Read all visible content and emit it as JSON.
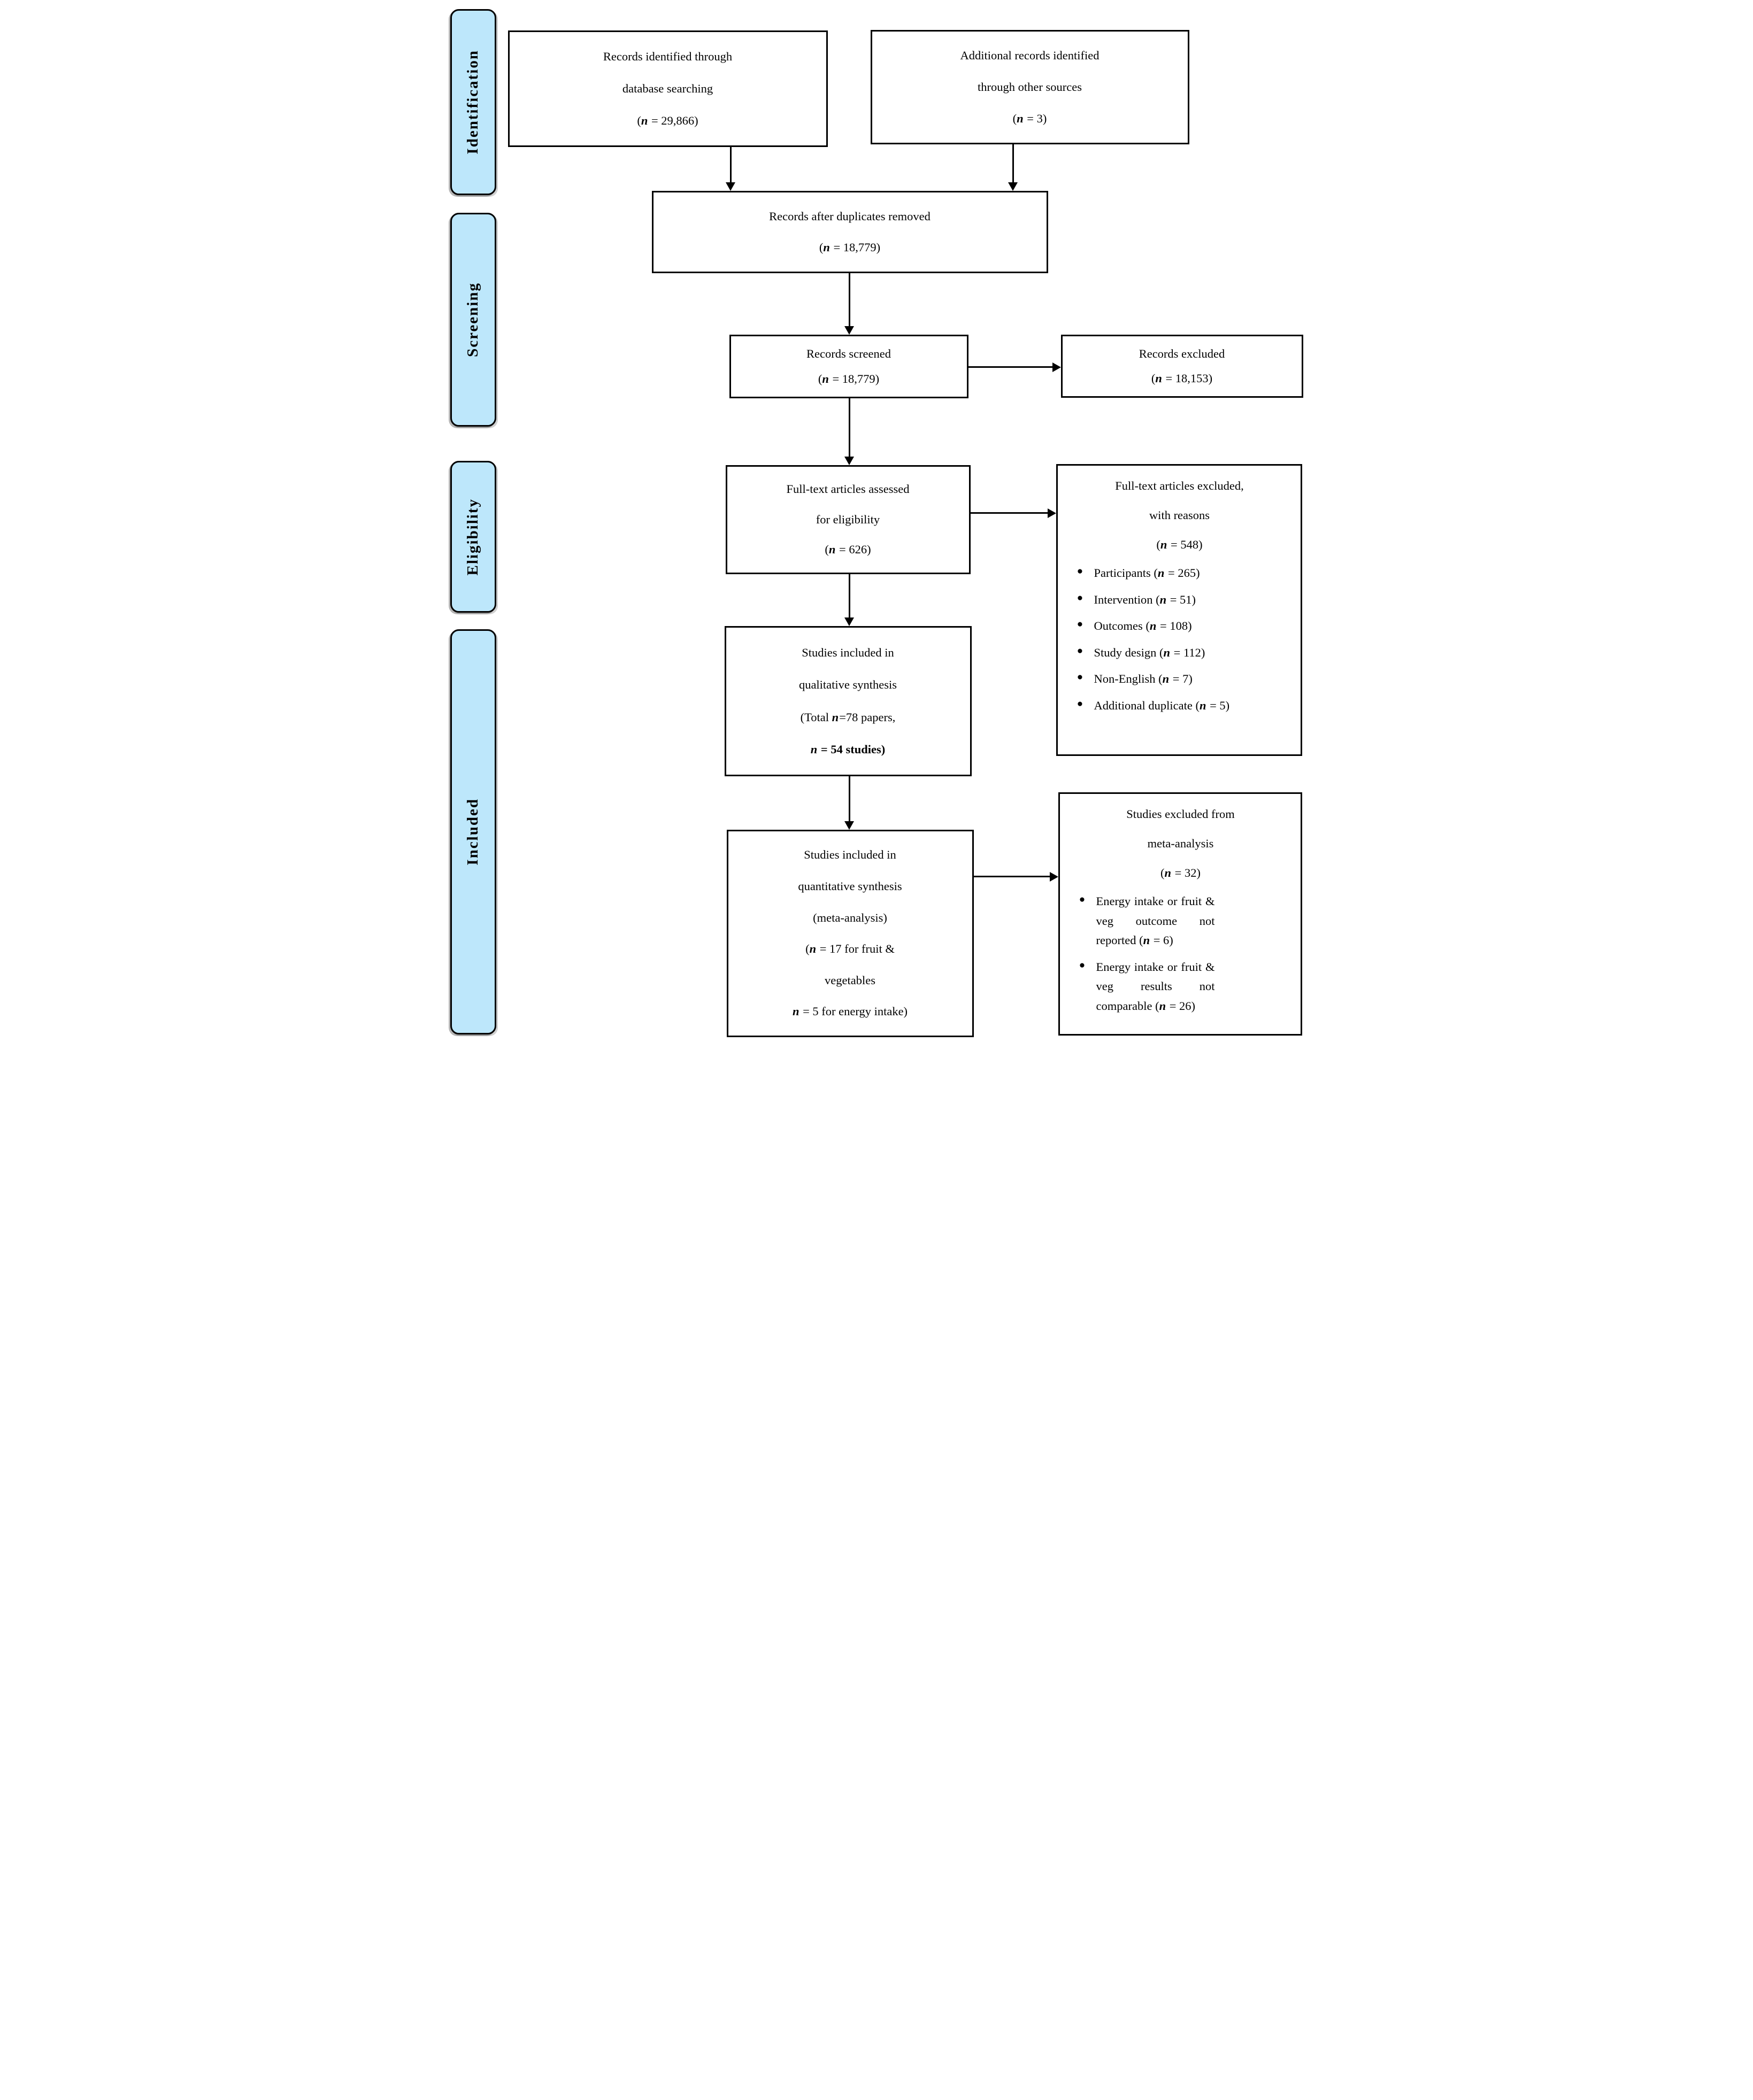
{
  "sidebar": {
    "stages": [
      {
        "id": "identification",
        "label": "Identification"
      },
      {
        "id": "screening",
        "label": "Screening"
      },
      {
        "id": "eligibility",
        "label": "Eligibility"
      },
      {
        "id": "included",
        "label": "Included"
      }
    ]
  },
  "boxes": {
    "db_search": {
      "lines": [
        "Records identified through",
        "database searching",
        "(n = 29,866)"
      ]
    },
    "other_sources": {
      "lines": [
        "Additional records identified",
        "through other sources",
        "(n = 3)"
      ]
    },
    "duplicates_removed": {
      "lines": [
        "Records after duplicates removed",
        "(n = 18,779)"
      ]
    },
    "screened": {
      "lines": [
        "Records screened",
        "(n = 18,779)"
      ]
    },
    "records_excluded": {
      "lines": [
        "Records excluded",
        "(n = 18,153)"
      ]
    },
    "fulltext_assessed": {
      "lines": [
        "Full-text articles assessed",
        "for eligibility",
        "(n = 626)"
      ]
    },
    "fulltext_excluded": {
      "lines": [
        "Full-text articles excluded,",
        "with reasons",
        "(n = 548)"
      ],
      "bullets": [
        "Participants (n = 265)",
        "Intervention (n = 51)",
        "Outcomes (n = 108)",
        "Study design (n = 112)",
        "Non-English (n = 7)",
        "Additional duplicate (n = 5)"
      ]
    },
    "qualitative_synthesis": {
      "lines": [
        "Studies included in",
        "qualitative synthesis",
        "(Total n=78 papers,",
        "n = 54 studies)"
      ]
    },
    "quantitative_synthesis": {
      "lines": [
        "Studies included in",
        "quantitative synthesis",
        "(meta-analysis)",
        "(n = 17 for fruit &",
        "vegetables",
        "n = 5 for energy intake)"
      ]
    },
    "meta_analysis_excluded": {
      "lines": [
        "Studies excluded from",
        "meta-analysis",
        "(n = 32)"
      ],
      "bullets": [
        "Energy intake or fruit & veg outcome not reported (n = 6)",
        "Energy intake or fruit & veg results not comparable (n = 26)"
      ]
    }
  },
  "colors": {
    "stage_fill": "#bde7fb",
    "box_border": "#000000"
  }
}
